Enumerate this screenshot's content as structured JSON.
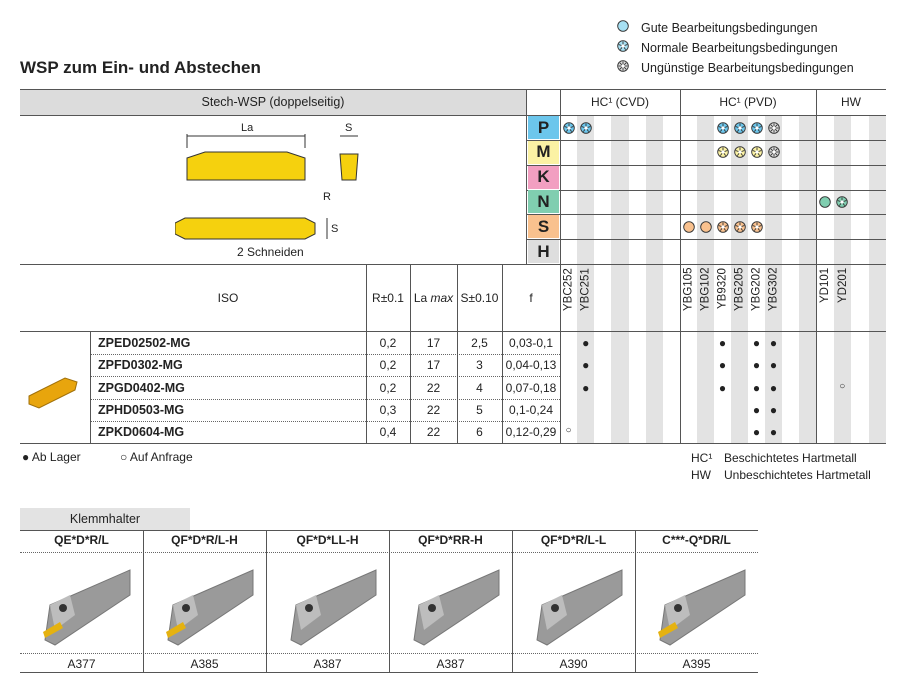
{
  "title": "WSP zum Ein- und Abstechen",
  "legend": [
    {
      "type": "good",
      "label": "Gute Bearbeitungsbedingungen"
    },
    {
      "type": "normal",
      "label": "Normale Bearbeitungsbedingungen"
    },
    {
      "type": "poor",
      "label": "Ungünstige Bearbeitungsbedingungen"
    }
  ],
  "header": {
    "insert_title": "Stech-WSP (doppelseitig)",
    "groups": [
      "HC¹ (CVD)",
      "HC¹ (PVD)",
      "HW"
    ],
    "drawing": {
      "la": "La",
      "s": "S",
      "r": "R",
      "s2": "S",
      "edges": "2 Schneiden"
    }
  },
  "columns": {
    "iso": "ISO",
    "r": "R±0.1",
    "la": "La",
    "la_max": "max",
    "s": "S±0.10",
    "f": "f"
  },
  "grades": {
    "cvd": [
      "YBC252",
      "YBC251",
      "",
      "",
      "",
      "",
      ""
    ],
    "pvd": [
      "YBG105",
      "YBG102",
      "YB9320",
      "YBG205",
      "YBG202",
      "YBG302",
      "",
      ""
    ],
    "hw": [
      "YD101",
      "YD201",
      "",
      ""
    ]
  },
  "materials": [
    {
      "letter": "P",
      "color": "#6cc6ec",
      "marks": {
        "cvd": {
          "0": "normal",
          "1": "normal"
        },
        "pvd": {
          "2": "normal",
          "3": "normal",
          "4": "normal",
          "5": "poor"
        }
      }
    },
    {
      "letter": "M",
      "color": "#fbf2a4",
      "marks": {
        "pvd": {
          "2": "normal",
          "3": "normal",
          "4": "normal",
          "5": "poor"
        }
      }
    },
    {
      "letter": "K",
      "color": "#f29fc1",
      "marks": {}
    },
    {
      "letter": "N",
      "color": "#80ceb0",
      "marks": {
        "hw": {
          "0": "good",
          "1": "normal"
        }
      }
    },
    {
      "letter": "S",
      "color": "#f9c18e",
      "marks": {
        "pvd": {
          "0": "good",
          "1": "good",
          "2": "normal",
          "3": "normal",
          "4": "normal"
        }
      }
    },
    {
      "letter": "H",
      "color": "#dedede",
      "marks": {}
    }
  ],
  "products": [
    {
      "iso": "ZPED02502-MG",
      "r": "0,2",
      "la": "17",
      "s": "2,5",
      "f": "0,03-0,1",
      "avail": {
        "cvd": {
          "1": "●"
        },
        "pvd": {
          "2": "●",
          "4": "●",
          "5": "●"
        }
      }
    },
    {
      "iso": "ZPFD0302-MG",
      "r": "0,2",
      "la": "17",
      "s": "3",
      "f": "0,04-0,13",
      "avail": {
        "cvd": {
          "1": "●"
        },
        "pvd": {
          "2": "●",
          "4": "●",
          "5": "●"
        }
      }
    },
    {
      "iso": "ZPGD0402-MG",
      "r": "0,2",
      "la": "22",
      "s": "4",
      "f": "0,07-0,18",
      "avail": {
        "cvd": {
          "1": "●"
        },
        "pvd": {
          "2": "●",
          "4": "●",
          "5": "●"
        },
        "hw": {
          "1": "○"
        }
      }
    },
    {
      "iso": "ZPHD0503-MG",
      "r": "0,3",
      "la": "22",
      "s": "5",
      "f": "0,1-0,24",
      "avail": {
        "pvd": {
          "4": "●",
          "5": "●"
        }
      }
    },
    {
      "iso": "ZPKD0604-MG",
      "r": "0,4",
      "la": "22",
      "s": "6",
      "f": "0,12-0,29",
      "avail": {
        "cvd": {
          "0": "○"
        },
        "pvd": {
          "4": "●",
          "5": "●"
        }
      }
    }
  ],
  "footer": {
    "stock": "● Ab Lager",
    "request": "○ Auf Anfrage",
    "hc_abbr": "HC¹",
    "hc_text": "Beschichtetes Hartmetall",
    "hw_abbr": "HW",
    "hw_text": "Unbeschichtetes Hartmetall"
  },
  "holders": {
    "tab": "Klemmhalter",
    "items": [
      {
        "name": "QE*D*R/L",
        "page": "A377"
      },
      {
        "name": "QF*D*R/L-H",
        "page": "A385"
      },
      {
        "name": "QF*D*LL-H",
        "page": "A387"
      },
      {
        "name": "QF*D*RR-H",
        "page": "A387"
      },
      {
        "name": "QF*D*R/L-L",
        "page": "A390"
      },
      {
        "name": "C***-Q*DR/L",
        "page": "A395"
      }
    ]
  }
}
